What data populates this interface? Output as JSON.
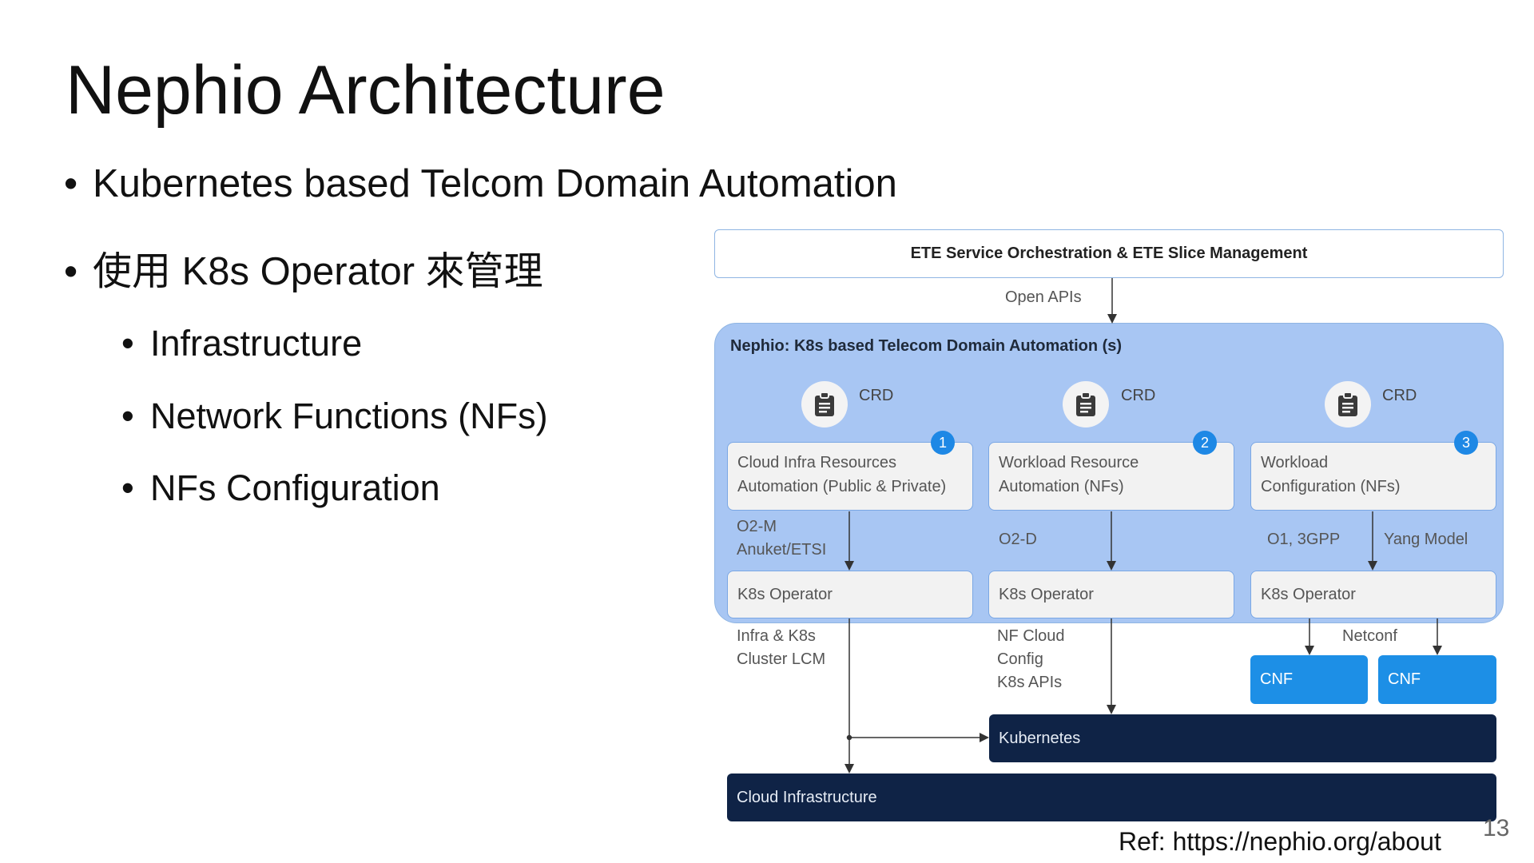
{
  "slide": {
    "title": "Nephio Architecture",
    "bullets": [
      "Kubernetes based Telcom Domain Automation",
      "使用 K8s Operator 來管理"
    ],
    "sub_bullets": [
      "Infrastructure",
      "Network Functions (NFs)",
      "NFs Configuration"
    ],
    "bullet_glyph": "•",
    "reference": "Ref: https://nephio.org/about",
    "page_number": "13"
  },
  "diagram": {
    "ete_box": "ETE Service Orchestration & ETE Slice Management",
    "open_apis": "Open APIs",
    "nephio_title": "Nephio: K8s based Telecom Domain Automation (s)",
    "crd_label": "CRD",
    "crd_icon": "clipboard-icon",
    "columns": [
      {
        "number": "1",
        "card_lines": [
          "Cloud Infra Resources",
          "Automation (Public & Private)"
        ],
        "interface_lines": [
          "O2-M",
          "Anuket/ETSI"
        ],
        "operator": "K8s Operator",
        "below_lines": [
          "Infra & K8s",
          "Cluster LCM"
        ]
      },
      {
        "number": "2",
        "card_lines": [
          "Workload Resource",
          "Automation (NFs)"
        ],
        "interface_lines": [
          "O2-D"
        ],
        "operator": "K8s Operator",
        "below_lines": [
          "NF Cloud",
          "Config",
          "K8s APIs"
        ]
      },
      {
        "number": "3",
        "card_lines": [
          "Workload",
          "Configuration (NFs)"
        ],
        "interface_lines": [
          "O1, 3GPP"
        ],
        "interface_right": "Yang Model",
        "operator": "K8s Operator",
        "below_lines": [
          "Netconf"
        ]
      }
    ],
    "cnf_label": "CNF",
    "kubernetes": "Kubernetes",
    "cloud_infrastructure": "Cloud Infrastructure"
  },
  "colors": {
    "nephio_bg": "#a8c6f3",
    "border": "#8fb5e3",
    "badge": "#1e88e5",
    "cnf": "#1d8fe6",
    "dark": "#0f2346"
  }
}
